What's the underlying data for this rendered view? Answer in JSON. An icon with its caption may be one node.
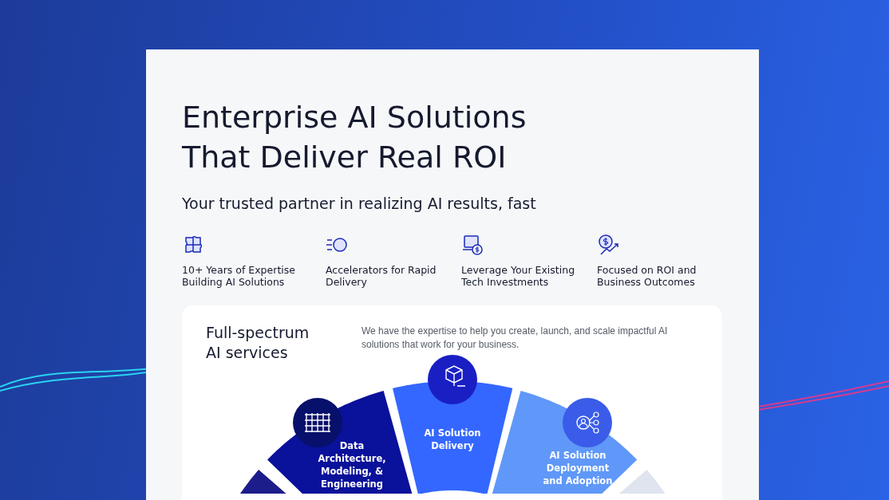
{
  "diagram": {
    "title": "Enterprise AI Solutions That Deliver Real ROI",
    "nodes": [
      {
        "text": [
          "Full-spectrum AI services",
          "We have the expertise to help you create, launch, and scale impactful AI solutions that work for your business."
        ]
      },
      {
        "text": [],
        "shape": "wedge",
        "in": 0
      },
      {
        "text": [
          "Data Architecture, Modeling, & Engineering"
        ],
        "in": 0
      },
      {
        "text": [
          "AI Solution Delivery"
        ],
        "in": 0
      },
      {
        "text": [
          "AI Solution Deployment and Adoption"
        ],
        "in": 0
      },
      {
        "text": [],
        "shape": "wedge",
        "in": 0
      }
    ],
    "labels": [
      "Your trusted partner in realizing AI results, fast",
      "10+ Years of Expertise Building AI Solutions",
      "Accelerators for Rapid Delivery",
      "Leverage Your Existing Tech Investments",
      "Focused on ROI and Business Outcomes"
    ]
  }
}
